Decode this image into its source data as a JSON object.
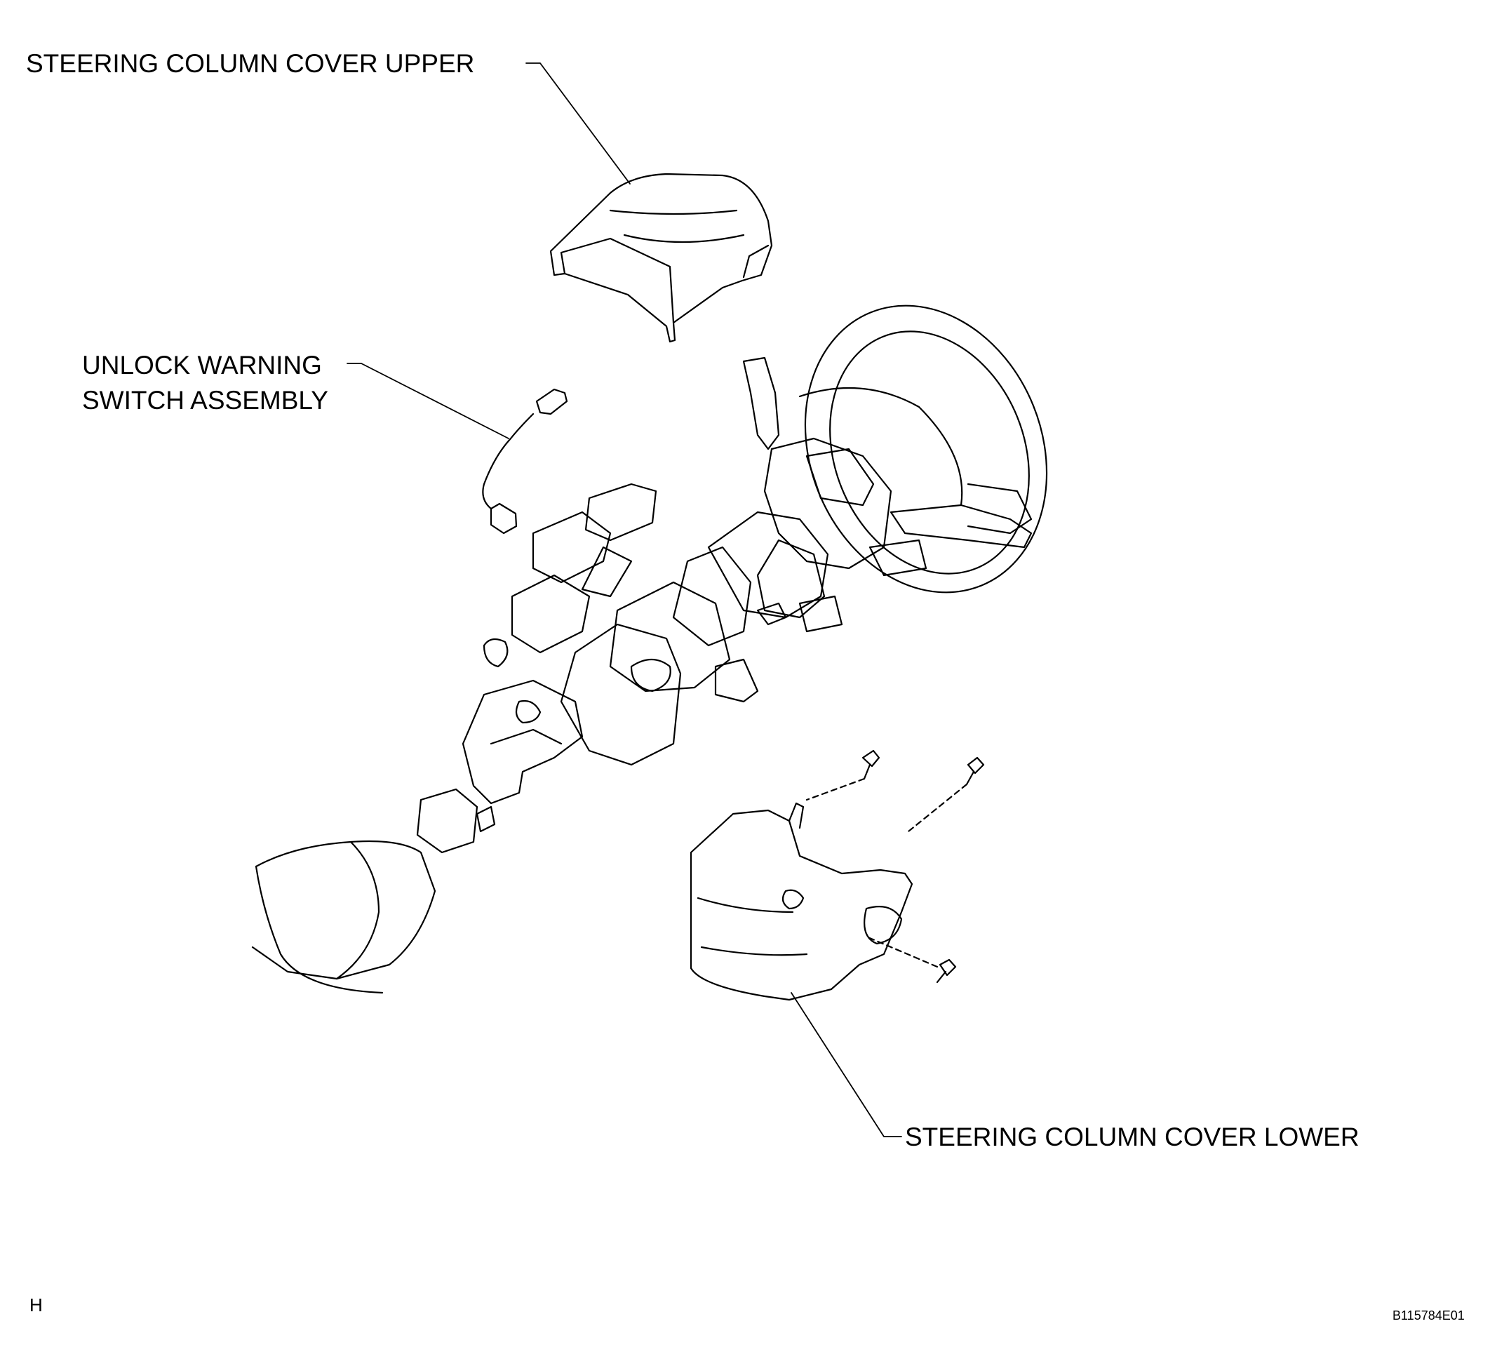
{
  "labels": {
    "cover_upper": "STEERING COLUMN COVER UPPER",
    "unlock_line1": "UNLOCK WARNING",
    "unlock_line2": "SWITCH ASSEMBLY",
    "cover_lower": "STEERING COLUMN COVER LOWER",
    "corner_left": "H",
    "figure_id": "B115784E01"
  },
  "colors": {
    "line": "#000000",
    "background": "#ffffff"
  }
}
